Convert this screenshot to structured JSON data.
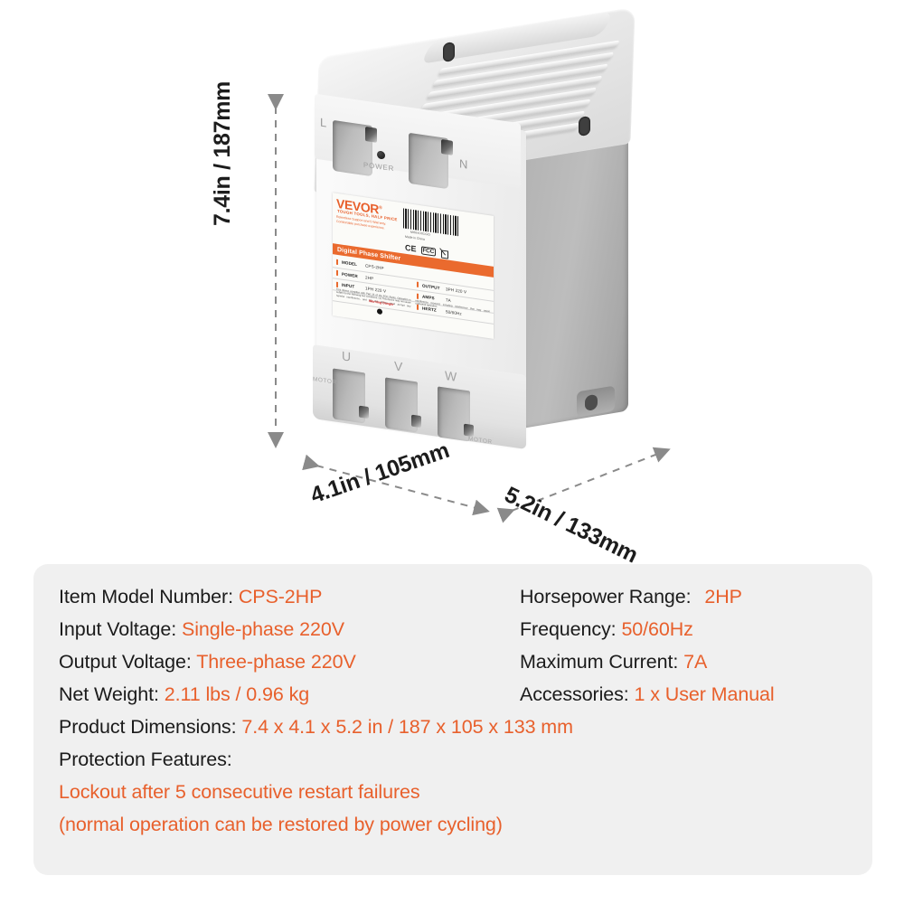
{
  "product": {
    "brand": "VEVOR",
    "tagline": "TOUGH TOOLS, HALF PRICE",
    "subtagline": "Relentless Support and 5 Warranty. Comfortable purchase experience.",
    "label_banner": "Digital Phase Shifter",
    "barcode_number": "M864001GO",
    "origin": "Made in China",
    "certifications": [
      "CE",
      "FCC",
      "WEEE"
    ],
    "label_rows": [
      {
        "key": "MODEL",
        "value": "CPS-2HP"
      },
      {
        "key": "POWER",
        "value": "2HP",
        "key2": "OUTPUT",
        "value2": "3PH 220 V"
      },
      {
        "key": "INPUT",
        "value": "1PH 220 V",
        "key2": "AMPS",
        "value2": "7A"
      },
      {
        "key": "",
        "value": "",
        "key2": "HERTZ",
        "value2": "50/60Hz"
      }
    ],
    "fine_print": "This device complies with Part 15 of the FCC Rules. Operation is subject to the following two conditions: (1) This device may not cause harmful interference, and (2) this device must accept any interference received, including interference that may cause undesired operation.",
    "warning": "Warning\nDanger",
    "input_terminals": [
      "L",
      "N"
    ],
    "power_indicator": "POWER",
    "output_terminals": [
      "U",
      "V",
      "W"
    ],
    "output_group_label": "MOTOR"
  },
  "dimensions": {
    "height_label": "7.4in / 187mm",
    "width_label": "4.1in / 105mm",
    "depth_label": "5.2in / 133mm"
  },
  "specs": {
    "left": [
      {
        "label": "Item Model Number: ",
        "value": "CPS-2HP"
      },
      {
        "label": "Input Voltage: ",
        "value": "Single-phase 220V"
      },
      {
        "label": "Output Voltage: ",
        "value": "Three-phase 220V"
      },
      {
        "label": "Net Weight: ",
        "value": "2.11 lbs / 0.96 kg"
      }
    ],
    "right": [
      {
        "label": "Horsepower Range: ",
        "value": "2HP"
      },
      {
        "label": "Frequency: ",
        "value": "50/60Hz"
      },
      {
        "label": "Maximum Current: ",
        "value": "7A"
      },
      {
        "label": "Accessories: ",
        "value": "1 x User Manual"
      }
    ],
    "dimensions_row": {
      "label": "Product Dimensions: ",
      "value": "7.4 x 4.1 x 5.2 in / 187 x 105 x 133 mm"
    },
    "protection_heading": "Protection Features:",
    "protection_lines": [
      "Lockout after 5 consecutive restart failures",
      "(normal operation can be restored by power cycling)"
    ]
  },
  "colors": {
    "accent_orange": "#E8602C",
    "panel_background": "#F0F0F0",
    "text_dark": "#1B1B1B",
    "dimension_gray": "#8A8A8A"
  }
}
